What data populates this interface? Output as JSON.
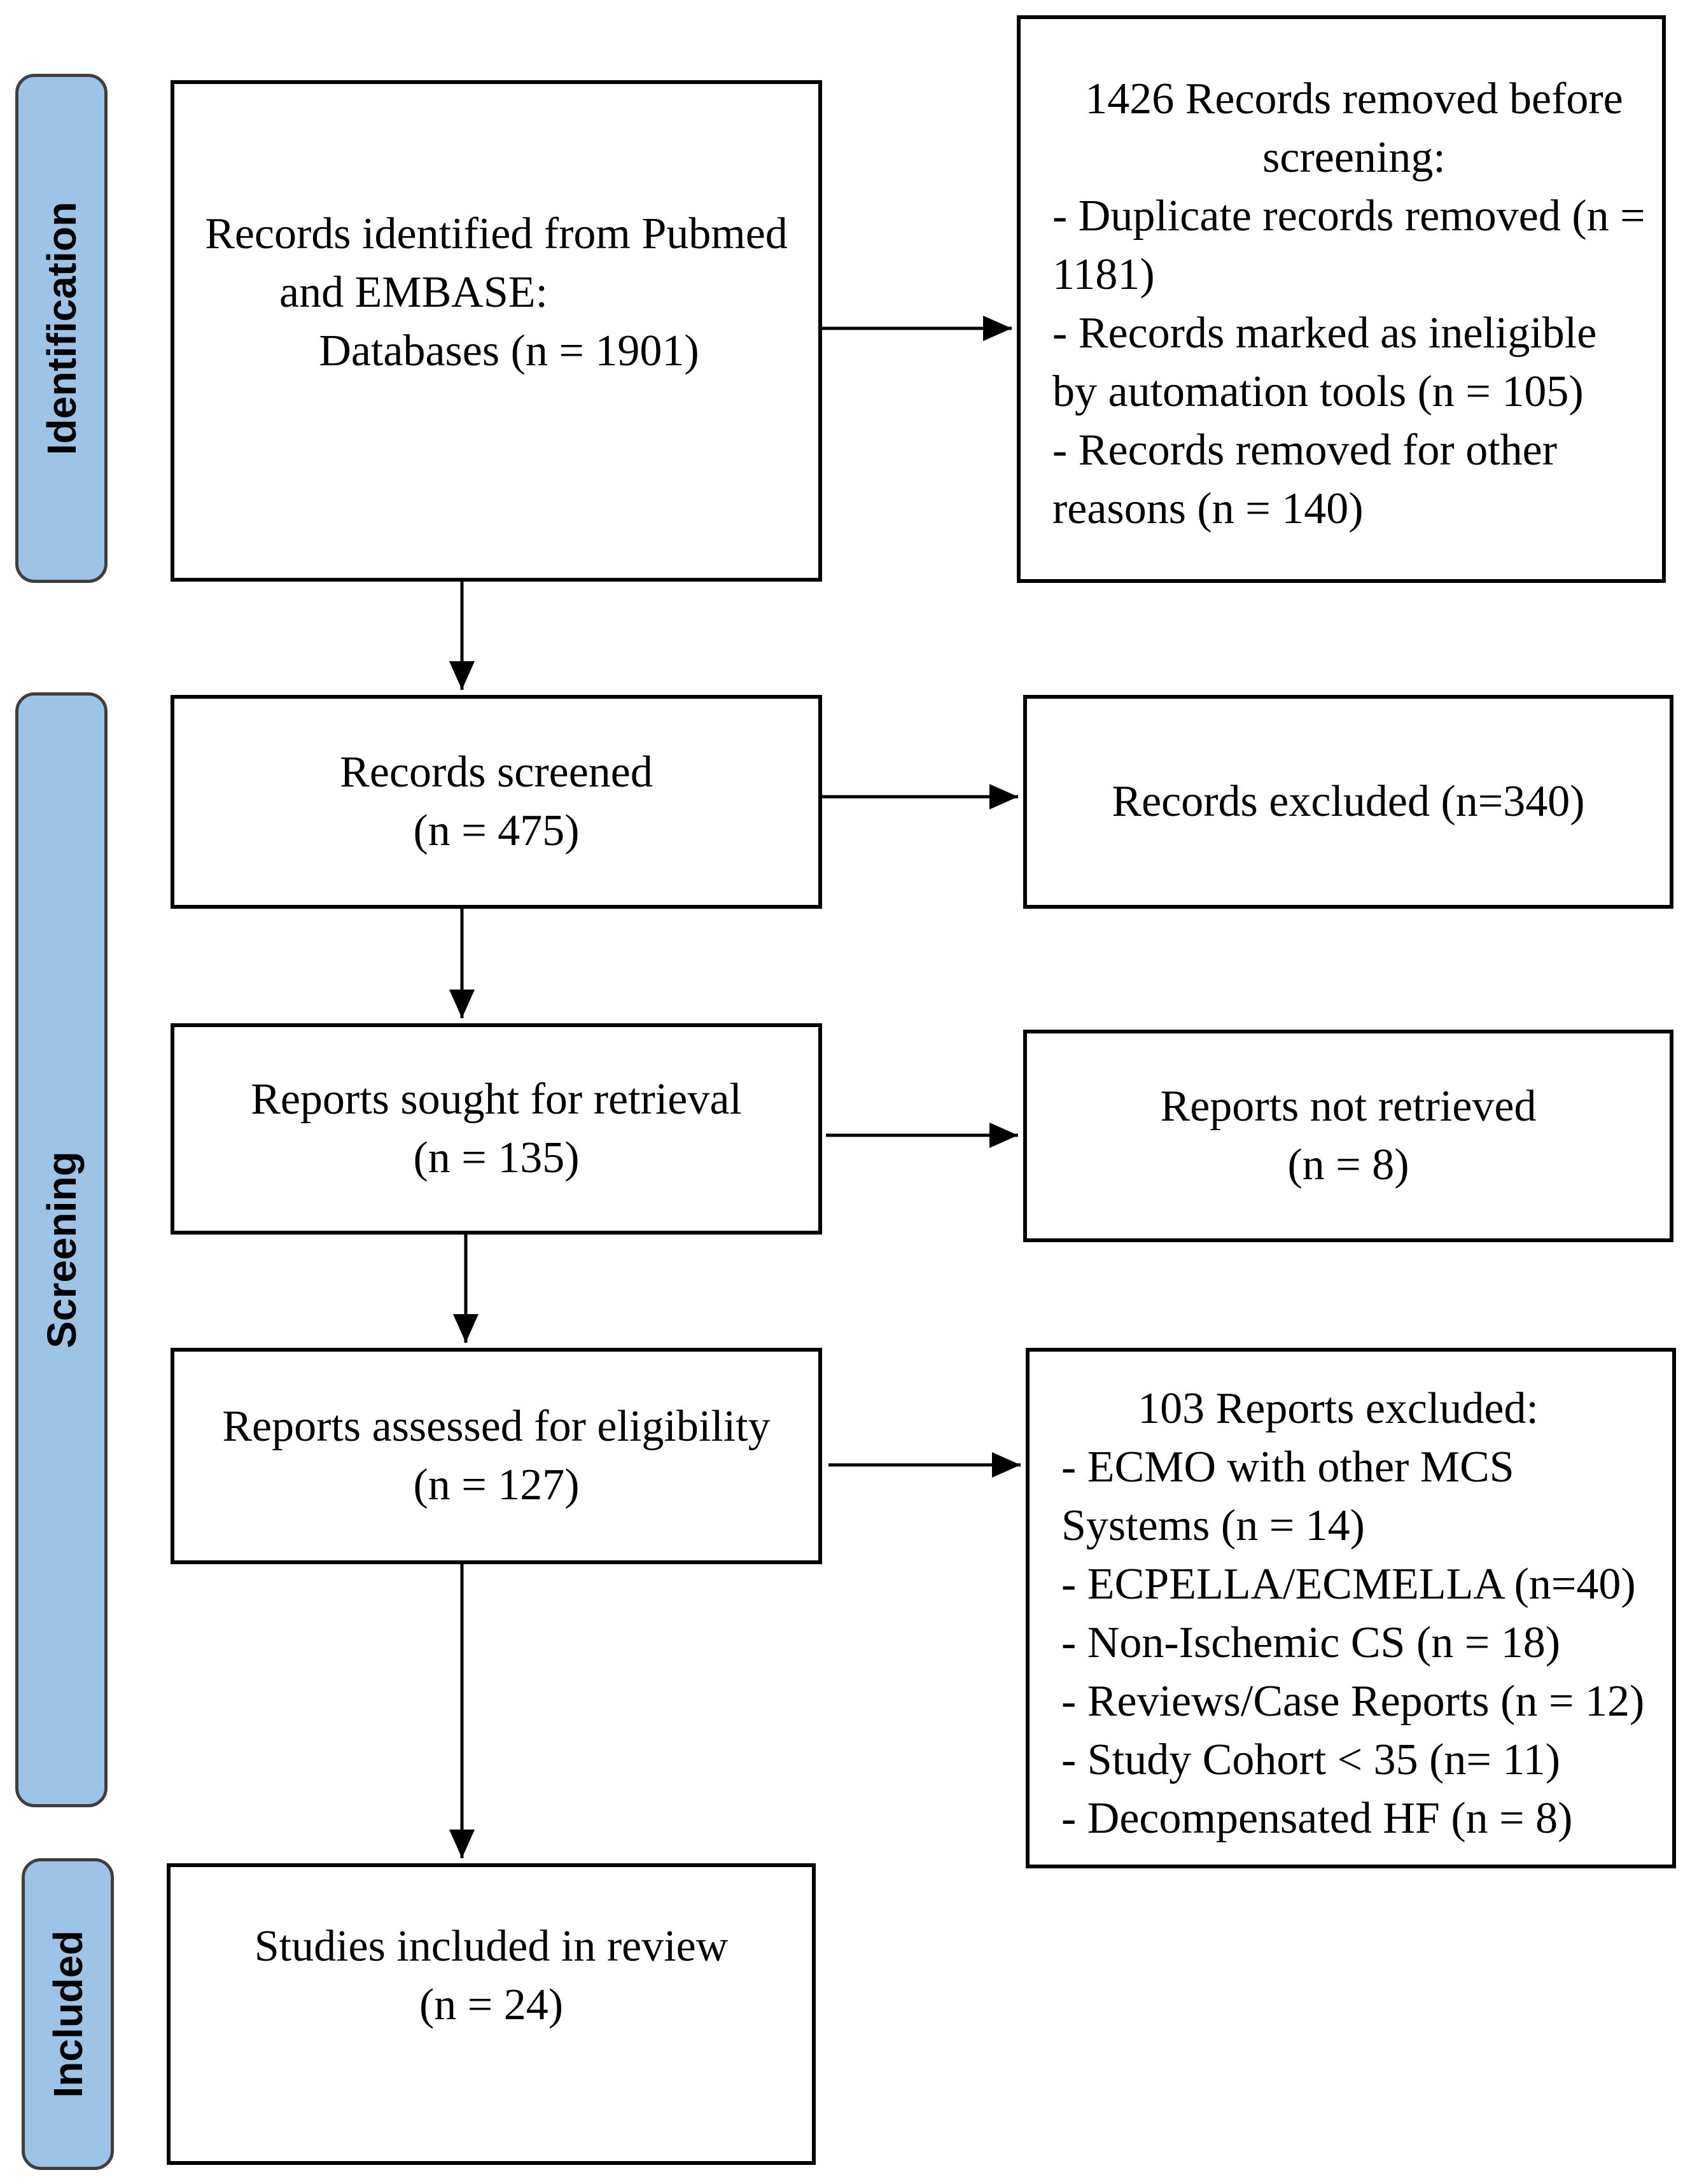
{
  "stages": {
    "identification": "Identification",
    "screening": "Screening",
    "included": "Included"
  },
  "boxes": {
    "records_identified": [
      "Records identified from Pubmed",
      "and EMBASE:",
      "Databases (n = 1901)"
    ],
    "removed_before_screening": {
      "heading": [
        "1426 Records removed before",
        "screening:"
      ],
      "items": [
        "- Duplicate records removed (n =",
        "1181)",
        "- Records marked as ineligible",
        "by automation tools (n = 105)",
        "- Records removed for other",
        "reasons (n = 140)"
      ]
    },
    "records_screened": [
      "Records screened",
      "(n = 475)"
    ],
    "records_excluded": [
      "Records excluded (n=340)"
    ],
    "reports_sought": [
      "Reports sought for retrieval",
      "(n = 135)"
    ],
    "reports_not_retrieved": [
      "Reports not retrieved",
      "(n = 8)"
    ],
    "reports_assessed": [
      "Reports assessed for eligibility",
      "(n = 127)"
    ],
    "reports_excluded": {
      "heading": "103 Reports excluded:",
      "items": [
        "- ECMO with other MCS",
        "Systems (n = 14)",
        "- ECPELLA/ECMELLA (n=40)",
        "- Non-Ischemic CS (n = 18)",
        "- Reviews/Case Reports (n = 12)",
        "- Study Cohort  < 35 (n= 11)",
        "- Decompensated HF (n = 8)"
      ]
    },
    "studies_included": [
      "Studies included in review",
      "(n = 24)"
    ]
  }
}
